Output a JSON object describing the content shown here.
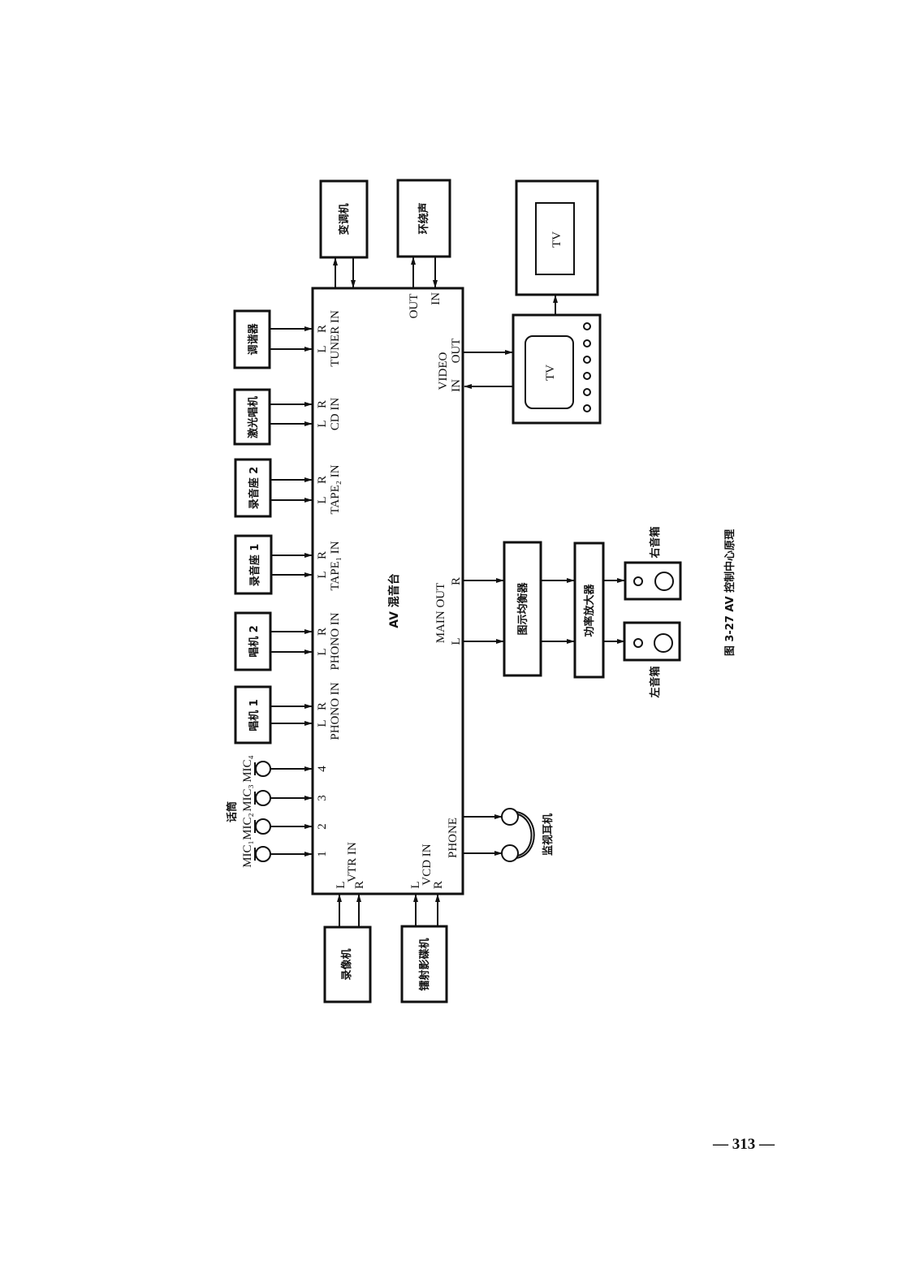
{
  "figure": {
    "caption": "图 3-27   AV 控制中心原理",
    "page_number": "— 313 —"
  },
  "mixer": {
    "label": "AV 混音台",
    "inputs": {
      "tuner": "TUNER IN",
      "cd": "CD IN",
      "tape2": "TAPE₂ IN",
      "tape1": "TAPE₁ IN",
      "phono2": "PHONO IN",
      "phono1": "PHONO IN",
      "vtr": "VTR IN",
      "vcd": "VCD IN"
    },
    "outputs": {
      "main_out": "MAIN OUT",
      "phone": "PHONE",
      "video": "VIDEO",
      "video_in": "IN",
      "video_out": "OUT",
      "surround_out": "OUT",
      "surround_in": "IN"
    },
    "channel_L": "L",
    "channel_R": "R",
    "mic_numbers": [
      "1",
      "2",
      "3",
      "4"
    ]
  },
  "devices": {
    "tuner": "调谐器",
    "cd_player": "激光唱机",
    "tape_deck_2": "录音座 2",
    "tape_deck_1": "录音座 1",
    "turntable_2": "唱机 2",
    "turntable_1": "唱机 1",
    "modem": "变调机",
    "surround": "环绕声",
    "vcr": "录像机",
    "vcd_player": "镭射影碟机",
    "equalizer": "图示均衡器",
    "amplifier": "功率放大器",
    "right_speaker": "右音箱",
    "left_speaker": "左音箱",
    "headphones": "监视耳机",
    "tv_monitor": "TV",
    "tv_projector": "TV",
    "microphones_label": "话筒",
    "mics": [
      "MIC₁",
      "MIC₂",
      "MIC₃",
      "MIC₄"
    ]
  }
}
